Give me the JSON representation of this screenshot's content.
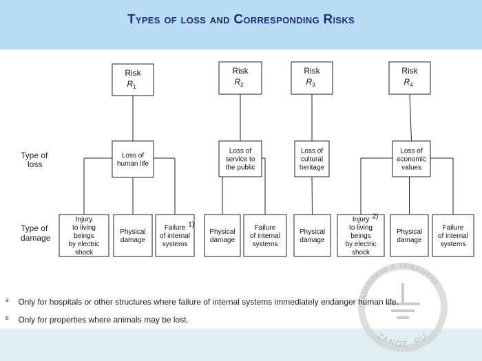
{
  "header": {
    "title": "Types of loss and Corresponding Risks"
  },
  "row_labels": {
    "loss": [
      "Type of",
      "loss"
    ],
    "damage": [
      "Type of",
      "damage"
    ]
  },
  "risks": [
    {
      "word": "Risk",
      "symbol": "R",
      "sub": "1"
    },
    {
      "word": "Risk",
      "symbol": "R",
      "sub": "2"
    },
    {
      "word": "Risk",
      "symbol": "R",
      "sub": "3"
    },
    {
      "word": "Risk",
      "symbol": "R",
      "sub": "4"
    }
  ],
  "losses": [
    {
      "lines": [
        "Loss of",
        "human life"
      ]
    },
    {
      "lines": [
        "Loss of",
        "service to",
        "the public"
      ]
    },
    {
      "lines": [
        "Loss of",
        "cultural",
        "heritage"
      ]
    },
    {
      "lines": [
        "Loss of",
        "economic",
        "values"
      ]
    }
  ],
  "damages": [
    {
      "lines": [
        "Injury",
        "to living",
        "beings",
        "by electric",
        "shock"
      ]
    },
    {
      "lines": [
        "Physical",
        "damage"
      ]
    },
    {
      "lines": [
        "Failure",
        "of internal",
        "systems"
      ],
      "note": "1)"
    },
    {
      "lines": [
        "Physical",
        "damage"
      ]
    },
    {
      "lines": [
        "Failure",
        "of internal",
        "systems"
      ]
    },
    {
      "lines": [
        "Physical",
        "damage"
      ]
    },
    {
      "lines": [
        "Injury",
        "to living",
        "beings",
        "by electric",
        "shock"
      ],
      "note": "2)"
    },
    {
      "lines": [
        "Physical",
        "damage"
      ]
    },
    {
      "lines": [
        "Failure",
        "of internal",
        "systems"
      ]
    }
  ],
  "footnotes": [
    {
      "mark": "a",
      "text": "Only for hospitals or other structures where failure of internal systems immediately endanger human life."
    },
    {
      "mark": "b",
      "text": "Only for properties where animals may be lost."
    }
  ],
  "watermark": {
    "top_text": "заземлено и защищено",
    "bottom_text": "ZANDZ .RU",
    "icon": "ground-symbol-icon",
    "color": "#c9c9c9"
  }
}
